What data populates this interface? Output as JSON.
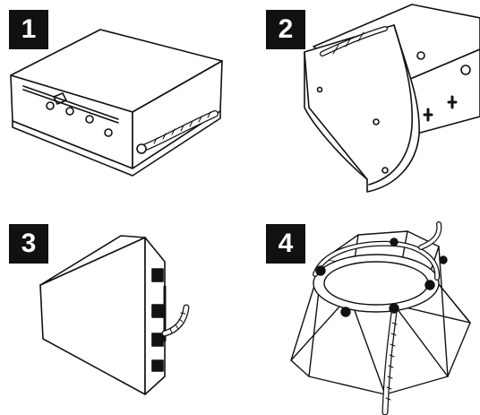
{
  "panels": [
    {
      "number": "1",
      "icon": "closed-box-with-hose-icon"
    },
    {
      "number": "2",
      "icon": "open-box-front-panel-icon"
    },
    {
      "number": "3",
      "icon": "side-panel-with-hose-icon"
    },
    {
      "number": "4",
      "icon": "hood-cone-with-hose-ring-icon"
    }
  ],
  "colors": {
    "ink": "#111111",
    "paper": "#ffffff"
  }
}
